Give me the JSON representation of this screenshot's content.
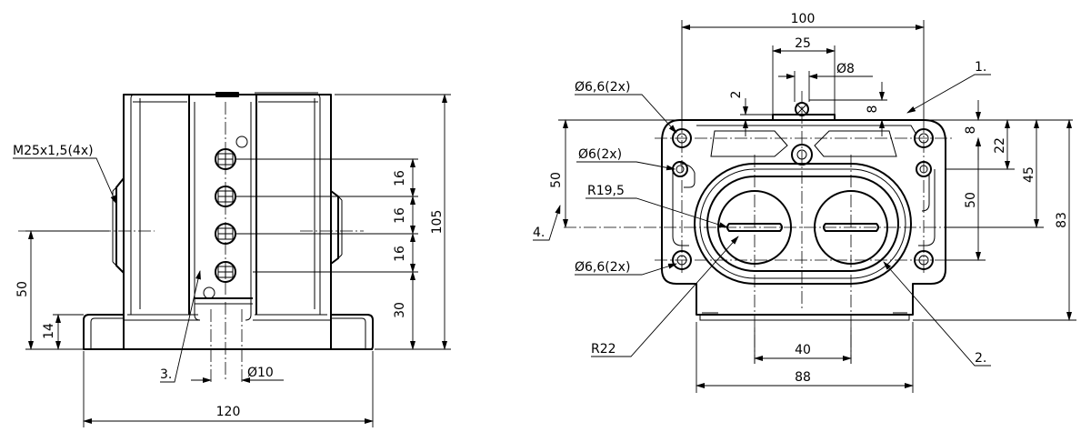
{
  "left_view": {
    "dims": {
      "width": "120",
      "height": "105",
      "pitch_a": "16",
      "pitch_b": "16",
      "pitch_c": "16",
      "base_offset": "30",
      "thread_height": "50",
      "flange_height": "14",
      "hole_dia": "Ø10"
    },
    "labels": {
      "thread": "M25x1,5(4x)",
      "item_3": "3."
    }
  },
  "right_view": {
    "dims": {
      "overall_width": "100",
      "slot_width": "25",
      "pin_dia": "Ø8",
      "gap_2": "2",
      "gap_8": "8",
      "right_8": "8",
      "dim_22": "22",
      "dim_45": "45",
      "dim_50_right": "50",
      "dim_83": "83",
      "dim_50_left": "50",
      "dim_40": "40",
      "dim_88": "88"
    },
    "labels": {
      "hole_top": "Ø6,6(2x)",
      "hole_mid": "Ø6(2x)",
      "radius_inner": "R19,5",
      "hole_bottom": "Ø6,6(2x)",
      "radius_outer": "R22",
      "item_1": "1.",
      "item_2": "2.",
      "item_4": "4."
    }
  }
}
